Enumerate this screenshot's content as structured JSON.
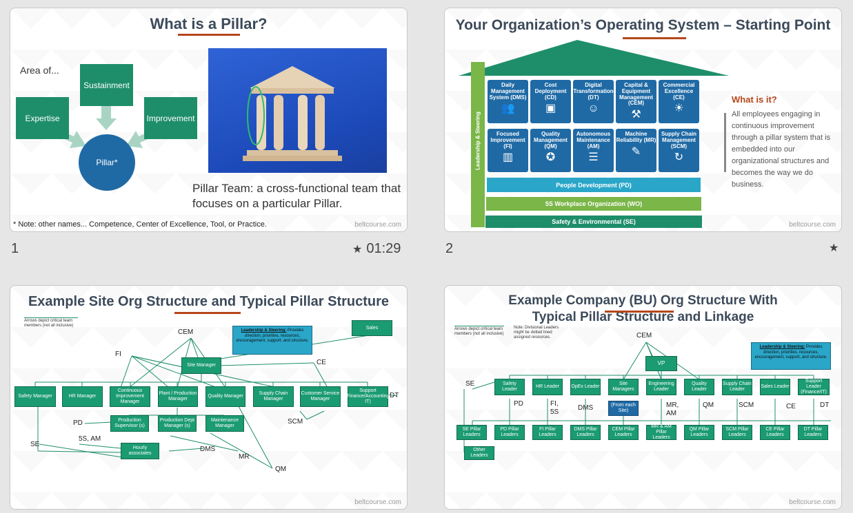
{
  "slides": [
    {
      "number": "1",
      "time": "01:29",
      "title": "What is a Pillar?",
      "area_of": "Area of...",
      "boxes": {
        "sustainment": "Sustainment",
        "expertise": "Expertise",
        "improvement": "Improvement"
      },
      "circle": "Pillar*",
      "caption": "Pillar Team: a cross-functional team that focuses on a particular Pillar.",
      "note": "* Note: other names... Competence, Center of Excellence, Tool, or Practice.",
      "footer": "beltcourse.com"
    },
    {
      "number": "2",
      "title": "Your Organization’s Operating System – Starting Point",
      "side_label": "Leadership & Steering",
      "tiles": [
        {
          "label": "Daily Management System (DMS)",
          "icon": "people-icon"
        },
        {
          "label": "Cost Deployment (CD)",
          "icon": "money-icon"
        },
        {
          "label": "Digital Transformation (DT)",
          "icon": "robot-icon"
        },
        {
          "label": "Capital & Equipment Management (CEM)",
          "icon": "crane-icon"
        },
        {
          "label": "Commercial Excellence (CE)",
          "icon": "bulb-icon"
        },
        {
          "label": "Focused Improvement (FI)",
          "icon": "chart-icon"
        },
        {
          "label": "Quality Management (QM)",
          "icon": "ribbon-icon"
        },
        {
          "label": "Autonomous Maintenance (AM)",
          "icon": "checklist-icon"
        },
        {
          "label": "Machine Reliability (MR)",
          "icon": "wrench-icon"
        },
        {
          "label": "Supply Chain Management (SCM)",
          "icon": "cycle-icon"
        }
      ],
      "bands": {
        "people": "People Development (PD)",
        "workplace": "5S Workplace Organization (WO)",
        "safety": "Safety & Environmental (SE)"
      },
      "what_title": "What is it?",
      "what_text": "All employees engaging in continuous improvement through a pillar system that is embedded into our organizational structures and becomes the way we do business.",
      "footer": "beltcourse.com"
    },
    {
      "title": "Example Site Org Structure and Typical Pillar Structure",
      "arrow_note": "Arrows depict critical team members (not all inclusive)",
      "leadership_title": "Leadership & Steering:",
      "leadership_text": "Provides direction, priorities, resources, encouragement, support, and structure.",
      "boxes": {
        "sales": "Sales",
        "site_manager": "Site Manager",
        "safety": "Safety Manager",
        "hr": "HR Manager",
        "ci": "Continuous Improvement Manager",
        "plant": "Plant / Production Manager",
        "quality": "Quality Manager",
        "supply": "Supply Chain Manager",
        "customer": "Customer Service Manager",
        "support": "Support (Finance/Accounting/ IT)",
        "prod_sup": "Production Supervisor (s)",
        "prod_dept": "Production Dept Manager (s)",
        "maint": "Maintenance Manager",
        "hourly": "Hourly associates"
      },
      "labels": {
        "cem": "CEM",
        "fi": "FI",
        "ce": "CE",
        "dt": "DT",
        "pd": "PD",
        "s5am": "5S, AM",
        "se": "SE",
        "scm": "SCM",
        "dms": "DMS",
        "mr": "MR",
        "qm": "QM"
      },
      "footer": "beltcourse.com"
    },
    {
      "title_line1": "Example Company (BU) Org Structure With",
      "title_line2": "Typical Pillar Structure and Linkage",
      "arrow_note": "Arrows depict critical team members (not all inclusive)",
      "divisional_note": "Note: Divisional Leaders might be dotted lined assigned resources.",
      "leadership_title": "Leadership & Steering:",
      "leadership_text": "Provides direction, priorities, resources, encouragement, support, and structure.",
      "vp": "VP",
      "leaders": [
        "Safety Leader",
        "HR Leader",
        "OpEx Leader",
        "Site Managers",
        "Engineering Leader",
        "Quality Leader",
        "Supply Chain Leader",
        "Sales Leader",
        "Support Leader (Finance/IT)"
      ],
      "from_site": "(From each Site)",
      "pillar_leaders": [
        "SE Pillar Leaders",
        "PD Pillar Leaders",
        "FI Pillar Leaders",
        "DMS Pillar Leaders",
        "CEM Pillar Leaders",
        "MR & AM Pillar Leaders",
        "QM Pillar Leaders",
        "SCM Pillar Leaders",
        "CE Pillar Leaders",
        "DT Pillar Leaders"
      ],
      "other_leaders": "Other Leaders",
      "labels": {
        "cem": "CEM",
        "se": "SE",
        "pd": "PD",
        "fi5s": "FI, 5S",
        "dms": "DMS",
        "mram": "MR, AM",
        "qm": "QM",
        "scm": "SCM",
        "ce": "CE",
        "dt": "DT"
      },
      "footer": "beltcourse.com"
    }
  ]
}
